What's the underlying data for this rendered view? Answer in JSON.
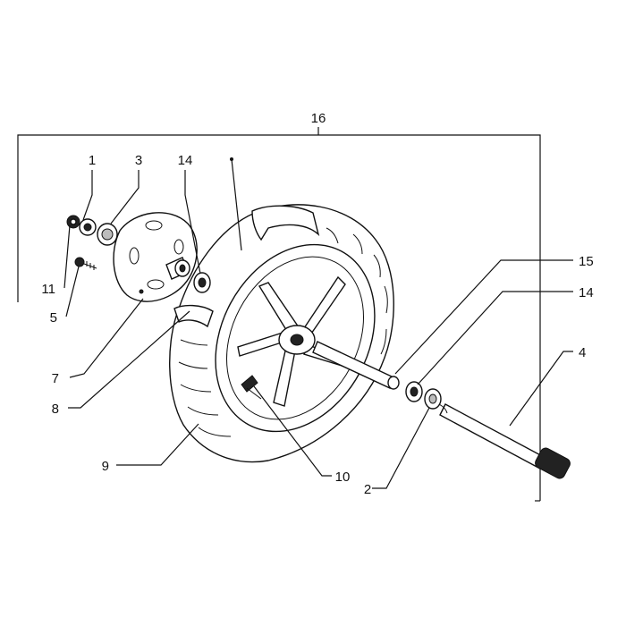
{
  "labels": {
    "l1": "1",
    "l2": "2",
    "l3": "3",
    "l4": "4",
    "l5": "5",
    "l7": "7",
    "l8": "8",
    "l9": "9",
    "l10": "10",
    "l11": "11",
    "l14a": "14",
    "l14b": "14",
    "l15": "15",
    "l16": "16"
  },
  "colors": {
    "ink": "#111111",
    "paper": "#ffffff",
    "shade": "#bdbdbd"
  }
}
